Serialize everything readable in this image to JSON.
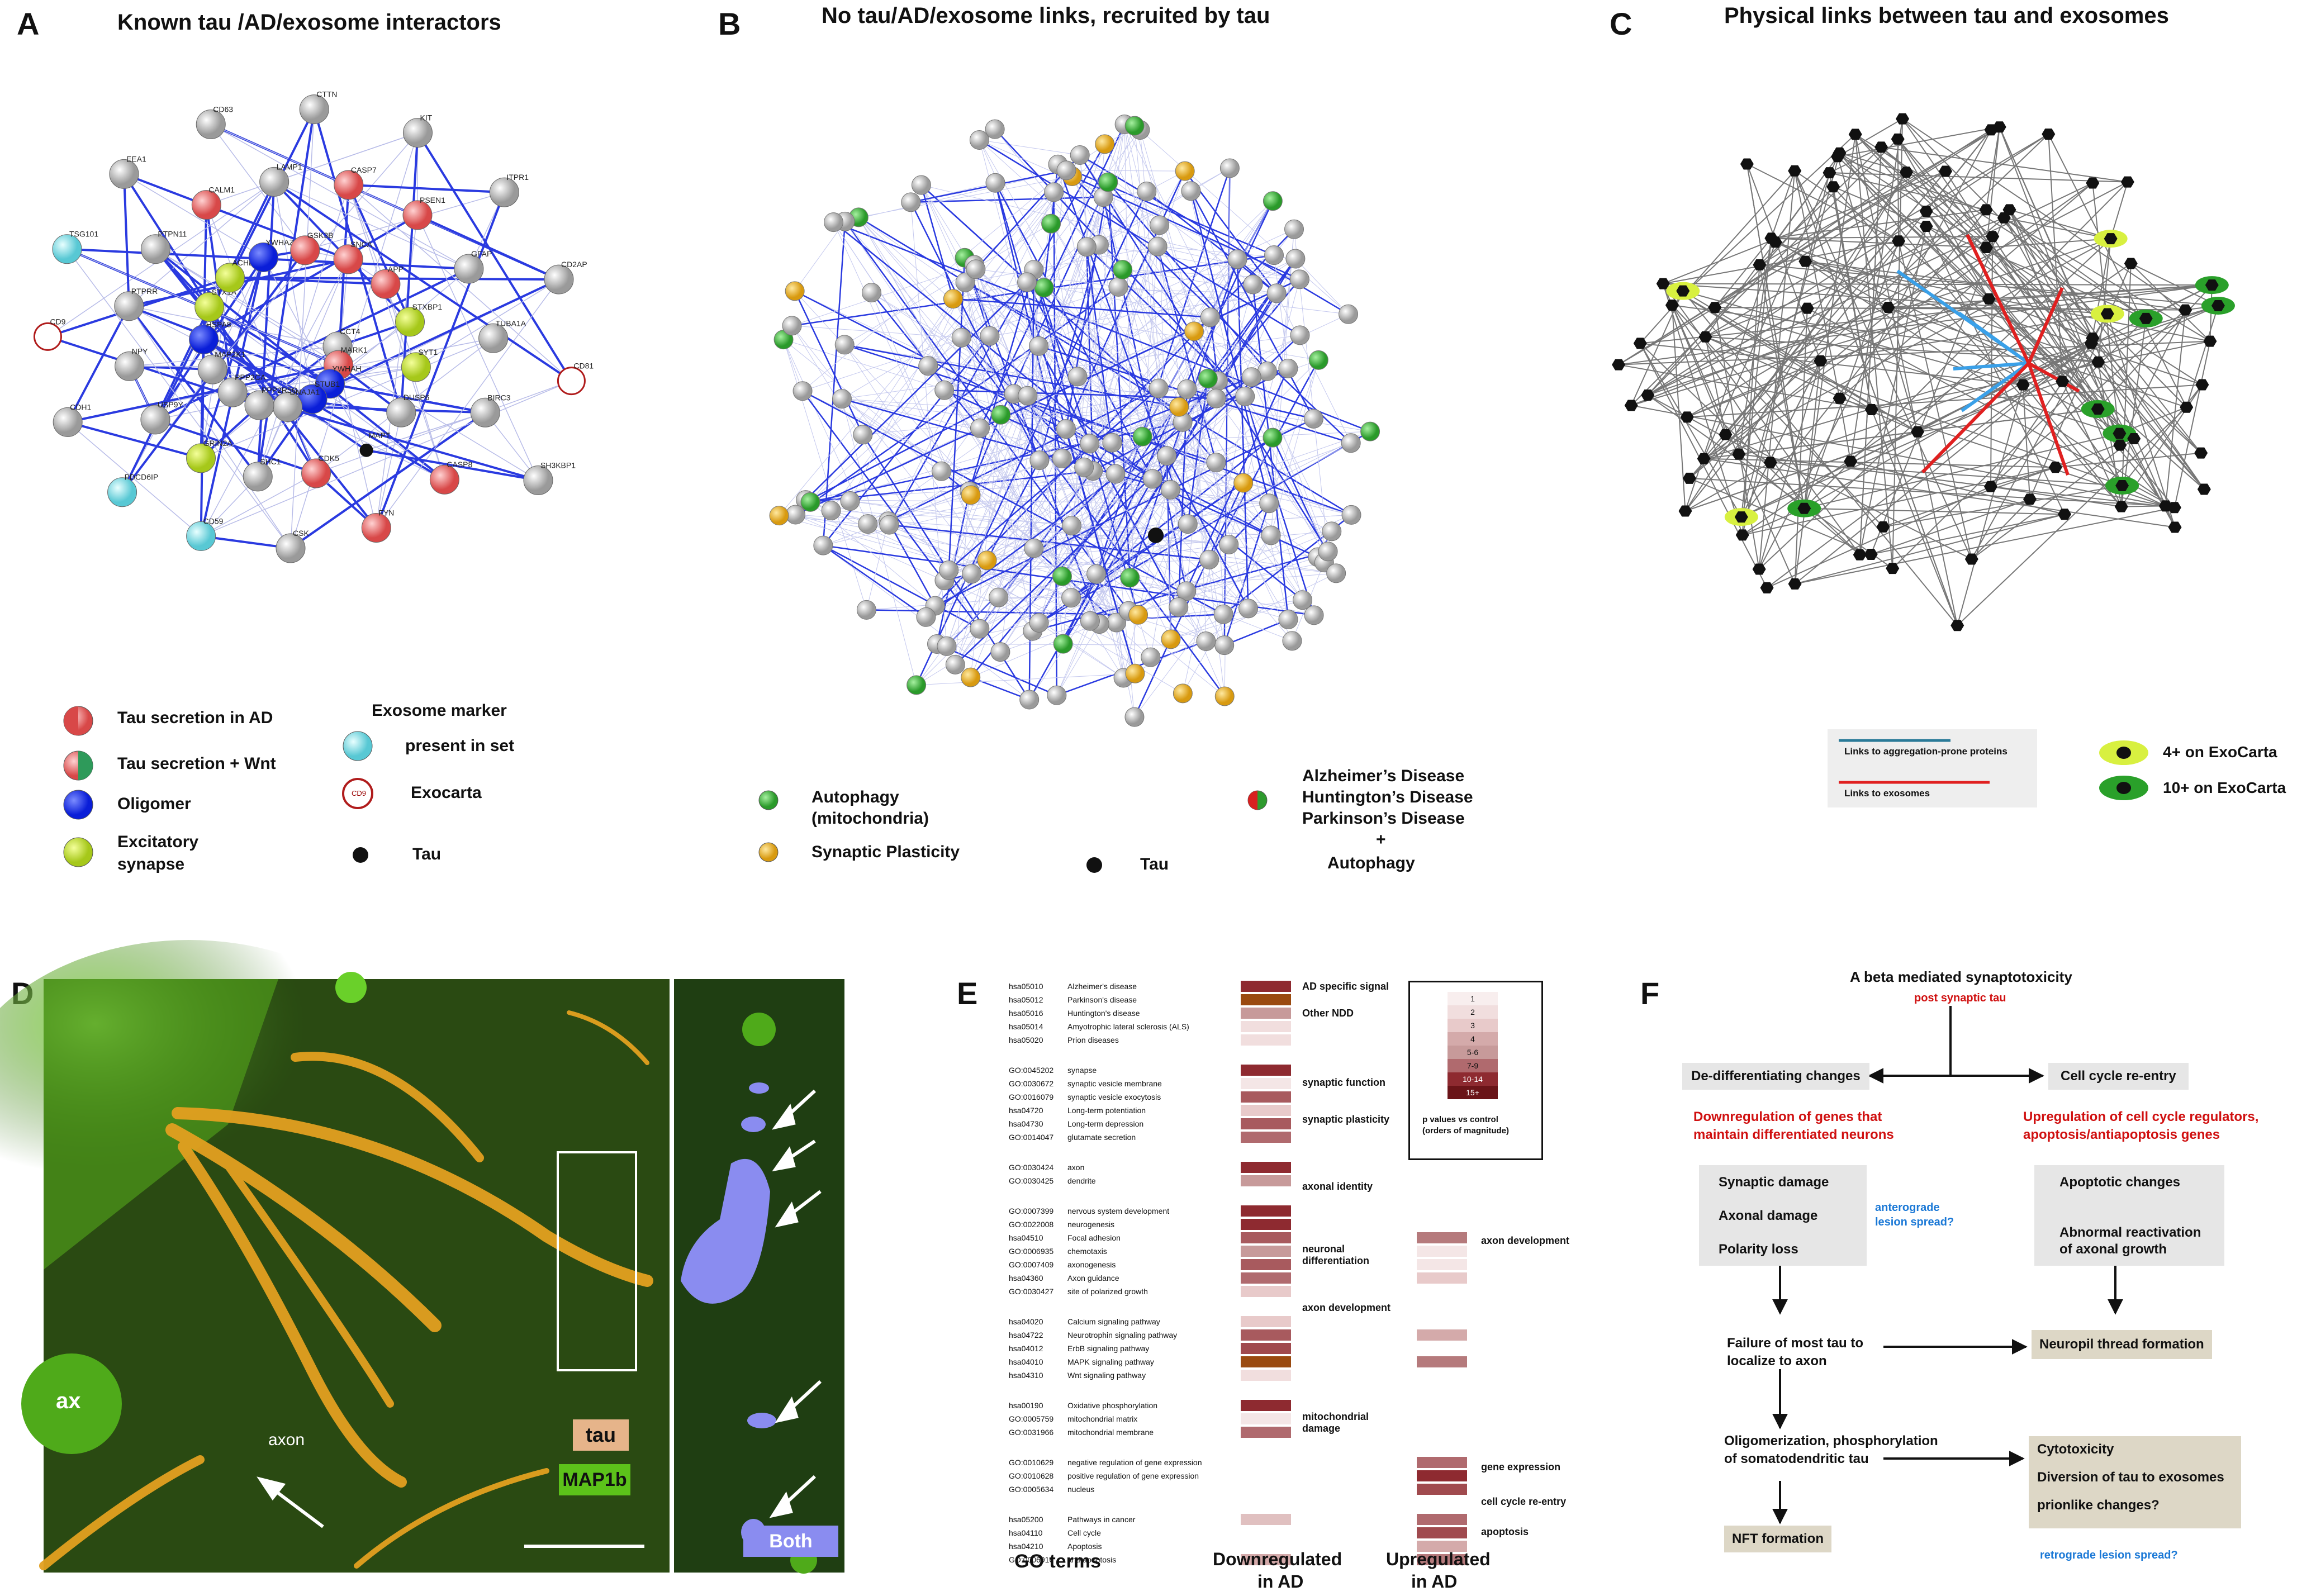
{
  "panels": {
    "A": {
      "letter": "A",
      "title": "Known tau /AD/exosome interactors",
      "nodes": [
        "CCT4",
        "MARK1",
        "YWHAH",
        "STUB1",
        "DNAJA1",
        "PPP2R5C",
        "PPP2CA",
        "MAP2K1",
        "HSPA8",
        "STX1A",
        "ACHE",
        "YWHAZ",
        "GSK3B",
        "SNCA",
        "APP",
        "STXBP1",
        "SYT1",
        "DUSP6",
        "MAPT",
        "CDK5",
        "SHC1",
        "GRIN2A",
        "USP9Y",
        "NPY",
        "PTPRR",
        "PTPN11",
        "CALM1",
        "LAMP1",
        "CASP7",
        "PSEN1",
        "GFAP",
        "TUBA1A",
        "BIRC3",
        "CASP8",
        "FYN",
        "CSK",
        "CD59",
        "PDCD6IP",
        "CDH1",
        "CD9",
        "TSG101",
        "EEA1",
        "CD63",
        "CTTN",
        "KIT",
        "ITPR1",
        "CD2AP",
        "CD81",
        "SH3KBP1"
      ],
      "legend": {
        "tau_secretion_ad": "Tau secretion in AD",
        "tau_secretion_wnt": "Tau secretion + Wnt",
        "oligomer": "Oligomer",
        "excitatory_1": "Excitatory",
        "excitatory_2": "synapse",
        "exosome_marker": "Exosome marker",
        "present_in_set": "present in set",
        "exocarta": "Exocarta",
        "cd9_label": "CD9",
        "tau": "Tau"
      }
    },
    "B": {
      "letter": "B",
      "title": "No tau/AD/exosome links, recruited by tau",
      "legend": {
        "autophagy_1": "Autophagy",
        "autophagy_2": "(mitochondria)",
        "synaptic_plasticity": "Synaptic Plasticity",
        "tau": "Tau",
        "diseases_1": "Alzheimer’s Disease",
        "diseases_2": "Huntington’s Disease",
        "diseases_3": "Parkinson’s Disease",
        "diseases_4": "+",
        "diseases_5": "Autophagy"
      }
    },
    "C": {
      "letter": "C",
      "title": "Physical links between tau and exosomes",
      "legend": {
        "aggregation_links": "Links to aggregation-prone proteins",
        "exosome_links": "Links to exosomes",
        "exocarta_4": "4+ on ExoCarta",
        "exocarta_10": "10+ on ExoCarta"
      }
    },
    "D": {
      "letter": "D",
      "labels": {
        "ax": "ax",
        "axon": "axon",
        "tau": "tau",
        "map1b": "MAP1b",
        "both": "Both"
      },
      "colors": {
        "tau_box": "#e6b48a",
        "map1b_box": "#5cc21a",
        "both_box": "#8a8cf0"
      }
    },
    "E": {
      "letter": "E",
      "rows": [
        {
          "id": "hsa05010",
          "term": "Alzheimer's disease",
          "down": "#8e2a30",
          "up": null
        },
        {
          "id": "hsa05012",
          "term": "Parkinson's disease",
          "down": "#9a4a10",
          "up": null
        },
        {
          "id": "hsa05016",
          "term": "Huntington's disease",
          "down": "#c79a9a",
          "up": null
        },
        {
          "id": "hsa05014",
          "term": "Amyotrophic lateral sclerosis (ALS)",
          "down": "#f1dede",
          "up": null
        },
        {
          "id": "hsa05020",
          "term": "Prion diseases",
          "down": "#f1dede",
          "up": null
        },
        {
          "id": "GO:0045202",
          "term": "synapse",
          "down": "#8e2a30",
          "up": null
        },
        {
          "id": "GO:0030672",
          "term": "synaptic vesicle membrane",
          "down": "#f4e6e6",
          "up": null
        },
        {
          "id": "GO:0016079",
          "term": "synaptic vesicle exocytosis",
          "down": "#a85a5e",
          "up": null
        },
        {
          "id": "hsa04720",
          "term": "Long-term potentiation",
          "down": "#e8caca",
          "up": null
        },
        {
          "id": "hsa04730",
          "term": "Long-term depression",
          "down": "#a85a5e",
          "up": null
        },
        {
          "id": "GO:0014047",
          "term": "glutamate secretion",
          "down": "#b06a6e",
          "up": null
        },
        {
          "id": "GO:0030424",
          "term": "axon",
          "down": "#8e2a30",
          "up": null
        },
        {
          "id": "GO:0030425",
          "term": "dendrite",
          "down": "#c79a9a",
          "up": null
        },
        {
          "id": "GO:0007399",
          "term": "nervous system development",
          "down": "#8e2a30",
          "up": null
        },
        {
          "id": "GO:0022008",
          "term": "neurogenesis",
          "down": "#8e2a30",
          "up": null
        },
        {
          "id": "hsa04510",
          "term": "Focal adhesion",
          "down": "#a85a5e",
          "up": "#b57a7c"
        },
        {
          "id": "GO:0006935",
          "term": "chemotaxis",
          "down": "#c79a9a",
          "up": "#f4e6e6"
        },
        {
          "id": "GO:0007409",
          "term": "axonogenesis",
          "down": "#a85a5e",
          "up": "#f4e6e6"
        },
        {
          "id": "hsa04360",
          "term": "Axon guidance",
          "down": "#b06a6e",
          "up": "#e8caca"
        },
        {
          "id": "GO:0030427",
          "term": "site of polarized growth",
          "down": "#e8caca",
          "up": null
        },
        {
          "id": "hsa04020",
          "term": "Calcium signaling pathway",
          "down": "#e8caca",
          "up": null
        },
        {
          "id": "hsa04722",
          "term": "Neurotrophin signaling pathway",
          "down": "#a85a5e",
          "up": "#d4aaaa"
        },
        {
          "id": "hsa04012",
          "term": "ErbB signaling pathway",
          "down": "#a04a4e",
          "up": null
        },
        {
          "id": "hsa04010",
          "term": "MAPK signaling pathway",
          "down": "#9a4a10",
          "up": "#b57a7c"
        },
        {
          "id": "hsa04310",
          "term": "Wnt signaling pathway",
          "down": "#f1dede",
          "up": null
        },
        {
          "id": "hsa00190",
          "term": "Oxidative phosphorylation",
          "down": "#8e2a30",
          "up": null
        },
        {
          "id": "GO:0005759",
          "term": "mitochondrial matrix",
          "down": "#f4e6e6",
          "up": null
        },
        {
          "id": "GO:0031966",
          "term": "mitochondrial membrane",
          "down": "#b06a6e",
          "up": null
        },
        {
          "id": "GO:0010629",
          "term": "negative regulation of gene expression",
          "down": null,
          "up": "#b06a6e"
        },
        {
          "id": "GO:0010628",
          "term": "positive regulation of gene expression",
          "down": null,
          "up": "#8e2a30"
        },
        {
          "id": "GO:0005634",
          "term": "nucleus",
          "down": null,
          "up": "#a04a4e"
        },
        {
          "id": "hsa05200",
          "term": "Pathways in cancer",
          "down": "#e0c0c0",
          "up": "#b06a6e"
        },
        {
          "id": "hsa04110",
          "term": "Cell cycle",
          "down": null,
          "up": "#a04a4e"
        },
        {
          "id": "hsa04210",
          "term": "Apoptosis",
          "down": null,
          "up": "#d4aaaa"
        },
        {
          "id": "GO:0006916",
          "term": "anti-apoptosis",
          "down": "#d4aaaa",
          "up": "#b57a7c"
        }
      ],
      "groups": [
        "AD specific signal",
        "Other NDD",
        "synaptic function",
        "synaptic plasticity",
        "axonal identity",
        "neuronal differentiation",
        "axon development",
        "mitochondrial damage"
      ],
      "up_groups": [
        "axon development",
        "gene expression",
        "cell cycle re-entry",
        "apoptosis"
      ],
      "scale": {
        "levels": [
          "1",
          "2",
          "3",
          "4",
          "5-6",
          "7-9",
          "10-14",
          "15+"
        ],
        "colors": [
          "#f8eeee",
          "#f1dede",
          "#e8caca",
          "#d4aaaa",
          "#c79a9a",
          "#b06a6e",
          "#8e2a30",
          "#6a1418"
        ],
        "caption_1": "p values  vs control",
        "caption_2": "(orders of magnitude)"
      },
      "footer": {
        "go_terms": "GO terms",
        "down_1": "Downregulated",
        "down_2": "in AD",
        "up_1": "Upregulated",
        "up_2": "in AD"
      }
    },
    "F": {
      "letter": "F",
      "top": "A beta mediated synaptotoxicity",
      "post_tau": "post synaptic tau",
      "dediff": "De-differentiating changes",
      "cellcycle": "Cell cycle re-entry",
      "down_genes_1": "Downregulation of genes that",
      "down_genes_2": "maintain differentiated neurons",
      "up_genes_1": "Upregulation of cell cycle regulators,",
      "up_genes_2": "apoptosis/antiapoptosis genes",
      "synaptic_damage": "Synaptic damage",
      "axonal_damage": "Axonal damage",
      "polarity_loss": "Polarity loss",
      "anterograde_1": "anterograde",
      "anterograde_2": "lesion spread?",
      "apoptotic": "Apoptotic changes",
      "abnormal_1": "Abnormal reactivation",
      "abnormal_2": "of axonal growth",
      "failure_1": "Failure of most tau to",
      "failure_2": "localize to axon",
      "neuropil": "Neuropil thread formation",
      "oligo_1": "Oligomerization, phosphorylation",
      "oligo_2": "of somatodendritic tau",
      "cytotox": "Cytotoxicity",
      "diversion": "Diversion of tau to exosomes",
      "prion": "prionlike changes?",
      "nft": "NFT formation",
      "retrograde": "retrograde lesion spread?"
    }
  }
}
